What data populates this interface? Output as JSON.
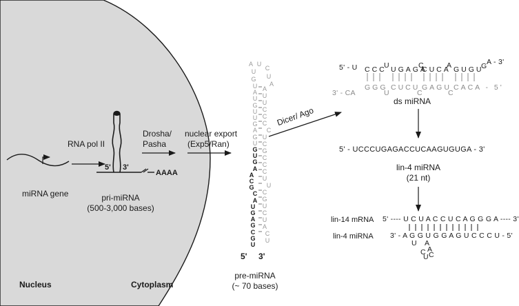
{
  "labels": {
    "nucleus": "Nucleus",
    "cytoplasm": "Cytoplasm",
    "mirna_gene": "miRNA gene",
    "rna_pol": "RNA pol II",
    "pri_five": "5'",
    "pri_three": "3'",
    "polyA": "AAAA",
    "pri_mirna": "pri-miRNA",
    "pri_size": "(500-3,000 bases)",
    "drosha_1": "Drosha/",
    "drosha_2": "Pasha",
    "export_1": "nuclear export",
    "export_2": "(Exp5/Ran)",
    "dicer": "Dicer/ Ago",
    "pre_mirna": "pre-miRNA",
    "pre_size": "(~ 70 bases)",
    "pre_five": "5'",
    "pre_three": "3'",
    "ds_mirna": "ds miRNA",
    "lin4_mirna": "lin-4 miRNA",
    "lin4_nt": "(21 nt)",
    "lin14_label": "lin-14 mRNA",
    "lin4_label": "lin-4 miRNA"
  },
  "sequences": {
    "ds_top_lead": "5' - U",
    "ds_top_sub": "CCC",
    "ds_top_1": "UGAGA",
    "ds_top_2": "CUCA",
    "ds_top_3": "GUGU",
    "ds_top_bulge1": "U",
    "ds_top_bulge2": "C",
    "ds_top_bulge3": "A",
    "ds_top_tail": "G",
    "ds_top_end": "A - 3'",
    "ds_bot_lead": "3' - CA",
    "ds_bot_1": "GGG",
    "ds_bot_2": "CUCU",
    "ds_bot_3": "GAGU",
    "ds_bot_4": "CACA - 5'",
    "ds_bot_bulge1": "U",
    "ds_bot_bulge2": "C",
    "ds_bot_bulge3": "C",
    "mature": "5' - UCCCUGAGACCUCAAGUGUGA - 3'",
    "lin14_seq": "5' ---- U C U A C C U C A G G G A ---- 3'",
    "lin4_seq": "3' - A G G U G G A G U C C C U - 5'",
    "lin4_bulge": [
      "U",
      "A",
      "A",
      "C",
      "U",
      "C"
    ]
  },
  "hairpin": {
    "loop": [
      "A",
      "U",
      "C",
      "U",
      "G",
      "U",
      "A"
    ],
    "left": [
      "U",
      "A",
      "U",
      "G",
      "U",
      "U",
      "G",
      "A",
      "G",
      "U",
      "G",
      "U",
      "G",
      "A",
      "A",
      "C",
      "G",
      "C",
      "A",
      "U",
      "G",
      "A",
      "G",
      "C",
      "G",
      "U"
    ],
    "right": [
      "A",
      "U",
      "U",
      "C",
      "C",
      "C",
      "C",
      "U",
      "C",
      "G",
      "C",
      "C",
      "C",
      "U",
      "U",
      "C",
      "G",
      "U",
      "C",
      "U",
      "A",
      "C",
      "U"
    ]
  },
  "colors": {
    "nucleus_fill": "#d9d9d9",
    "line": "#1a1a1a",
    "grey_text": "#8a8a8a"
  }
}
